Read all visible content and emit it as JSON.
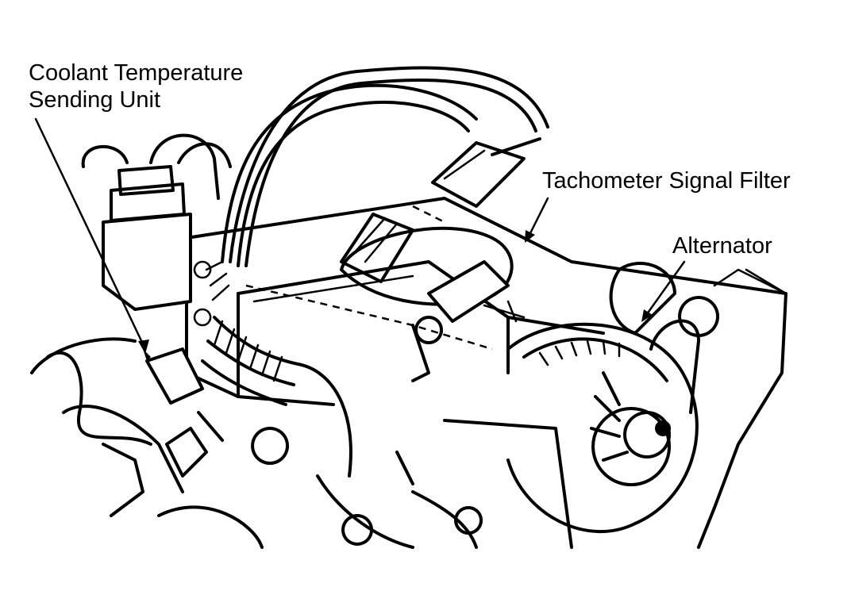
{
  "labels": {
    "coolant_line1": "Coolant Temperature",
    "coolant_line2": "Sending Unit",
    "tachometer": "Tachometer Signal Filter",
    "alternator": "Alternator"
  },
  "colors": {
    "ink": "#000000",
    "paper": "#ffffff"
  }
}
